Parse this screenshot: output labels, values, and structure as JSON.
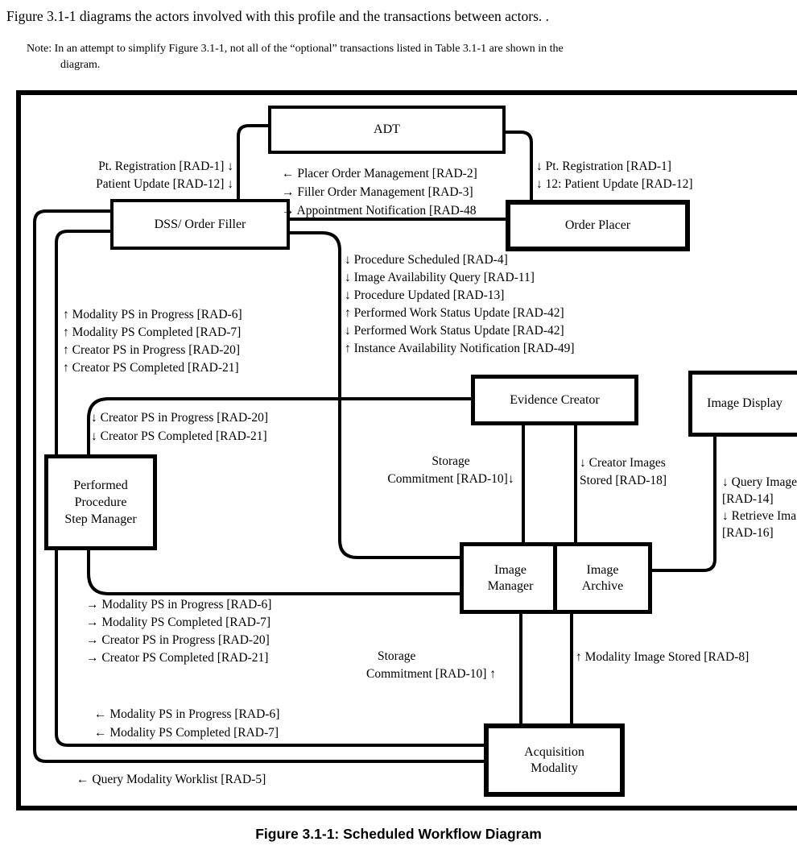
{
  "intro": {
    "paragraph": "Figure 3.1-1 diagrams the actors involved with this profile and the transactions between actors. .",
    "note_line1": "Note: In an attempt to simplify Figure 3.1-1, not all of the “optional” transactions listed in Table 3.1-1 are shown in the",
    "note_line2": "diagram."
  },
  "caption": "Figure 3.1-1: Scheduled Workflow Diagram",
  "actors": {
    "adt": "ADT",
    "dss_order_filler": "DSS/ Order Filler",
    "order_placer": "Order Placer",
    "evidence_creator": "Evidence Creator",
    "image_display": "Image Display",
    "performed_procedure_step_manager": [
      "Performed",
      "Procedure",
      "Step Manager"
    ],
    "image_manager": [
      "Image",
      "Manager"
    ],
    "image_archive": [
      "Image",
      "Archive"
    ],
    "acquisition_modality": [
      "Acquisition",
      "Modality"
    ]
  },
  "labels": {
    "pt_reg_left": [
      "Pt. Registration [RAD-1] ↓",
      "Patient Update [RAD-12] ↓"
    ],
    "order_mgmt": [
      "← Placer Order Management [RAD-2]",
      "→ Filler Order Management [RAD-3]",
      "→ Appointment Notification [RAD-48"
    ],
    "pt_reg_right": [
      "↓ Pt. Registration [RAD-1]",
      "↓ 12: Patient Update [RAD-12]"
    ],
    "procedure_block": [
      "↓ Procedure Scheduled [RAD-4]",
      "↓ Image Availability Query [RAD-11]",
      "↓ Procedure Updated [RAD-13]",
      "↑ Performed Work Status Update [RAD-42]",
      "↓ Performed Work Status Update [RAD-42]",
      "↑ Instance Availability Notification [RAD-49]"
    ],
    "modality_ps_up": [
      "↑ Modality PS in Progress [RAD-6]",
      "↑ Modality PS Completed [RAD-7]",
      "↑ Creator PS in Progress [RAD-20]",
      "↑ Creator PS Completed [RAD-21]"
    ],
    "creator_ps_down": [
      "↓ Creator PS in Progress [RAD-20]",
      "↓ Creator PS Completed [RAD-21]"
    ],
    "storage_commitment_top": [
      "Storage",
      "Commitment [RAD-10]↓"
    ],
    "creator_images_stored": [
      "↓ Creator Images",
      "Stored [RAD-18]"
    ],
    "query_retrieve": [
      "↓ Query Image",
      "[RAD-14]",
      "↓ Retrieve Ima",
      "[RAD-16]"
    ],
    "modality_ps_right": [
      "→ Modality PS in Progress [RAD-6]",
      "→ Modality PS Completed [RAD-7]",
      "→ Creator PS in Progress [RAD-20]",
      "→ Creator PS Completed [RAD-21]"
    ],
    "storage_commitment_bottom": [
      "Storage",
      "Commitment [RAD-10] ↑"
    ],
    "modality_image_stored": "↑ Modality Image Stored [RAD-8]",
    "modality_ps_left": [
      "← Modality PS in Progress [RAD-6]",
      "← Modality PS Completed [RAD-7]"
    ],
    "query_worklist": "← Query Modality Worklist [RAD-5]"
  }
}
